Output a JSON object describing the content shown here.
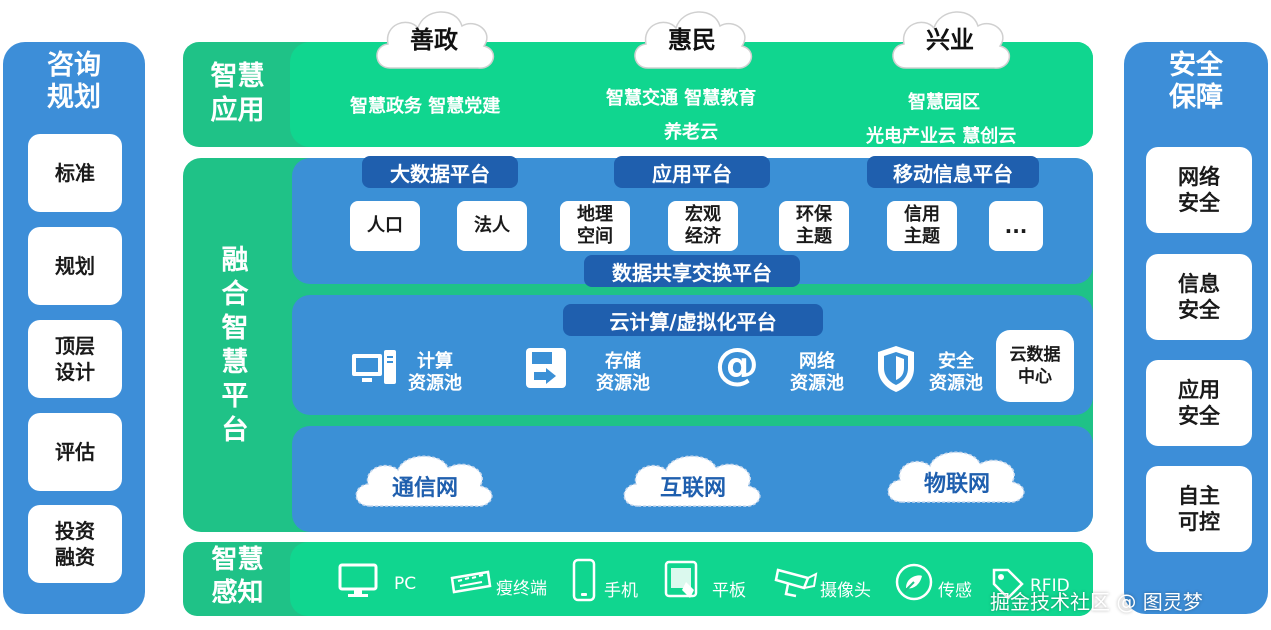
{
  "left_column": {
    "title": "咨询\n规划",
    "items": [
      "标准",
      "规划",
      "顶层\n设计",
      "评估",
      "投资\n融资"
    ]
  },
  "right_column": {
    "title": "安全\n保障",
    "items": [
      "网络\n安全",
      "信息\n安全",
      "应用\n安全",
      "自主\n可控"
    ]
  },
  "top_clouds": [
    "善政",
    "惠民",
    "兴业"
  ],
  "app_layer": {
    "label": "智慧\n应用",
    "groups": [
      [
        "智慧政务  智慧党建"
      ],
      [
        "智慧交通  智慧教育",
        "养老云"
      ],
      [
        "智慧园区",
        "光电产业云  慧创云"
      ]
    ]
  },
  "platform": {
    "label": "融\n合\n智\n慧\n平\n台",
    "top_pills": [
      "大数据平台",
      "应用平台",
      "移动信息平台"
    ],
    "data_items": [
      "人口",
      "法人",
      "地理\n空间",
      "宏观\n经济",
      "环保\n主题",
      "信用\n主题",
      "..."
    ],
    "exchange": "数据共享交换平台",
    "cloud_platform": "云计算/虚拟化平台",
    "resources": [
      {
        "label": "计算\n资源池",
        "icon": "computer-icon"
      },
      {
        "label": "存储\n资源池",
        "icon": "storage-icon"
      },
      {
        "label": "网络\n资源池",
        "icon": "at-icon"
      },
      {
        "label": "安全\n资源池",
        "icon": "shield-icon"
      }
    ],
    "data_center": "云数据\n中心",
    "networks": [
      "通信网",
      "互联网",
      "物联网"
    ]
  },
  "perception": {
    "label": "智慧\n感知",
    "devices": [
      {
        "label": "PC",
        "icon": "monitor-icon"
      },
      {
        "label": "瘦终端",
        "icon": "keyboard-icon"
      },
      {
        "label": "手机",
        "icon": "phone-icon"
      },
      {
        "label": "平板",
        "icon": "tablet-icon"
      },
      {
        "label": "摄像头",
        "icon": "camera-icon"
      },
      {
        "label": "传感",
        "icon": "sensor-icon"
      },
      {
        "label": "RFID",
        "icon": "rfid-icon"
      }
    ]
  },
  "watermark": "掘金技术社区 @ 图灵梦"
}
